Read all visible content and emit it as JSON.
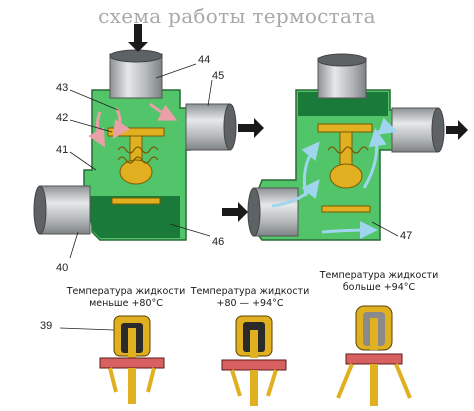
{
  "title": "схема работы термостата",
  "callouts": {
    "n39": "39",
    "n40": "40",
    "n41": "41",
    "n42": "42",
    "n43": "43",
    "n44": "44",
    "n45": "45",
    "n46": "46",
    "n47": "47"
  },
  "captions": {
    "left": {
      "line1": "Температура жидкости",
      "line2": "меньше  +80°С"
    },
    "middle": {
      "line1": "Температура жидкости",
      "line2": "+80 — +94°С"
    },
    "right": {
      "line1": "Температура жидкости",
      "line2": "больше  +94°С"
    }
  },
  "colors": {
    "housing_green": "#52c46a",
    "coolant_green": "#1a7a3a",
    "pipe_gray": "#b9bdbf",
    "brass": "#e0b020",
    "flow_pink": "#e9a0a6",
    "flow_blue": "#9fd6ee",
    "arrow": "#1a1a1a",
    "wax_red": "#d96060"
  }
}
